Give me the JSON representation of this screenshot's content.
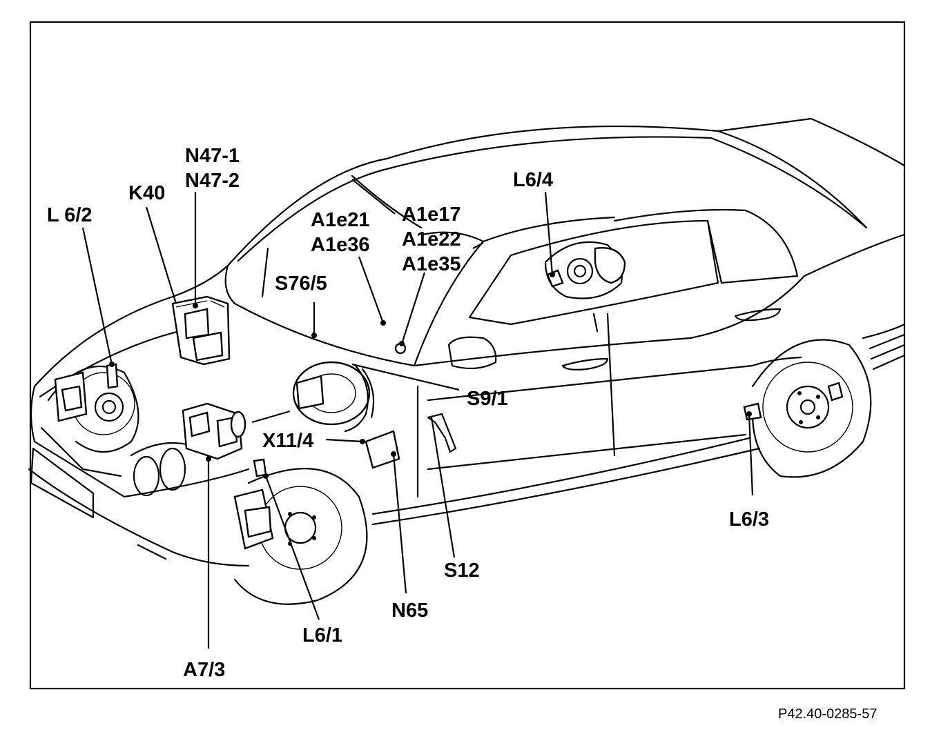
{
  "diagram": {
    "figure_id": "P42.40-0285-57",
    "labels": {
      "l6_2": "L 6/2",
      "k40": "K40",
      "n47_1": "N47-1",
      "n47_2": "N47-2",
      "a1e21": "A1e21",
      "a1e36": "A1e36",
      "a1e17": "A1e17",
      "a1e22": "A1e22",
      "a1e35": "A1e35",
      "s76_5": "S76/5",
      "l6_4": "L6/4",
      "s9_1": "S9/1",
      "x11_4": "X11/4",
      "l6_3": "L6/3",
      "s12": "S12",
      "n65": "N65",
      "l6_1": "L6/1",
      "a7_3": "A7/3"
    }
  }
}
